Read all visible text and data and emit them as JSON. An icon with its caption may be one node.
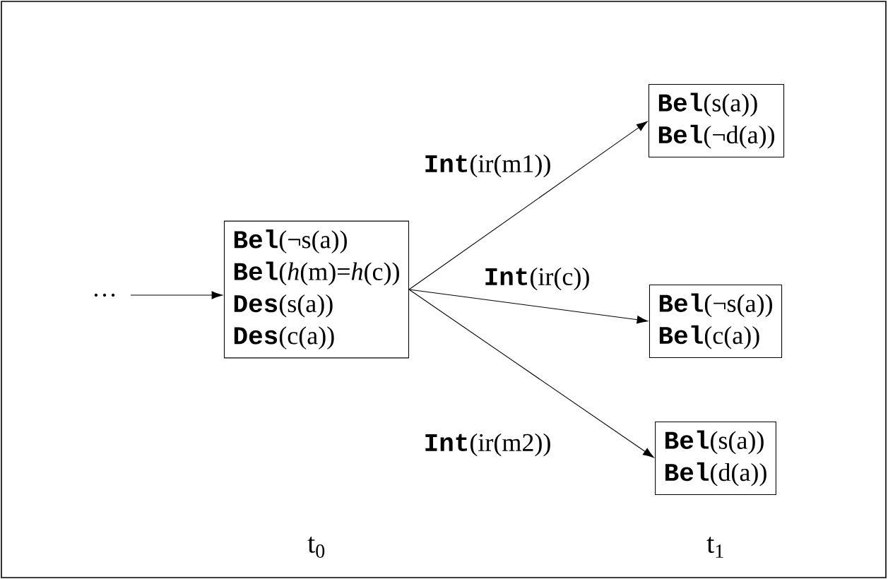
{
  "diagram": {
    "nodes": [
      {
        "text": [
          "…"
        ]
      },
      {
        "text": [
          "**Bel**(¬s(a))",
          "**Bel**(*h*(m)=*h*(c))",
          "**Des**(s(a))",
          "**Des**(c(a))"
        ]
      },
      {
        "text": [
          "**Bel**(s(a))",
          "**Bel**(¬d(a))"
        ]
      },
      {
        "text": [
          "**Bel**(¬s(a))",
          "**Bel**(c(a))"
        ]
      },
      {
        "text": [
          "**Bel**(s(a))",
          "**Bel**(d(a))"
        ]
      }
    ],
    "edges": [
      {
        "from": 0,
        "to": 1,
        "arrow": "to"
      },
      {
        "from": 1,
        "to": 2,
        "arrow": "to",
        "label": "**Int**(ir(m1))"
      },
      {
        "from": 1,
        "to": 3,
        "arrow": "to",
        "label": "**Int**(ir(c))"
      },
      {
        "from": 1,
        "to": 4,
        "arrow": "to",
        "label": "**Int**(ir(m2))"
      }
    ],
    "labels": [
      "t$_{0}$",
      "t$_{1}$"
    ]
  }
}
